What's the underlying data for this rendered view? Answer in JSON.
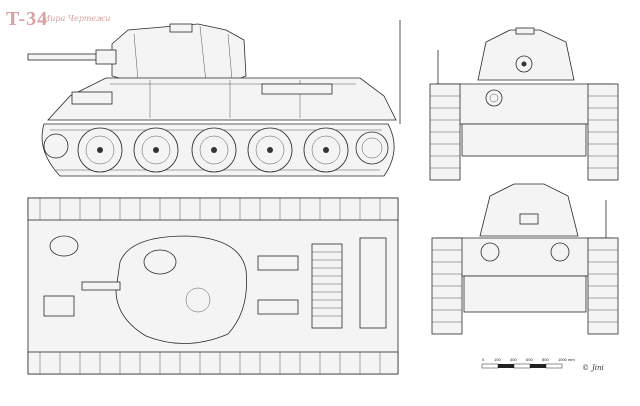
{
  "title": {
    "main": "T-34",
    "sub": "Мира Чертежи"
  },
  "scale_bar": {
    "ticks": [
      "0",
      "100",
      "400",
      "600",
      "800",
      "1000 mm"
    ]
  },
  "signature": {
    "copyright": "©",
    "author": "Jini"
  },
  "views": {
    "side": "side-view",
    "front": "front-view",
    "rear": "rear-view",
    "top": "top-view"
  }
}
